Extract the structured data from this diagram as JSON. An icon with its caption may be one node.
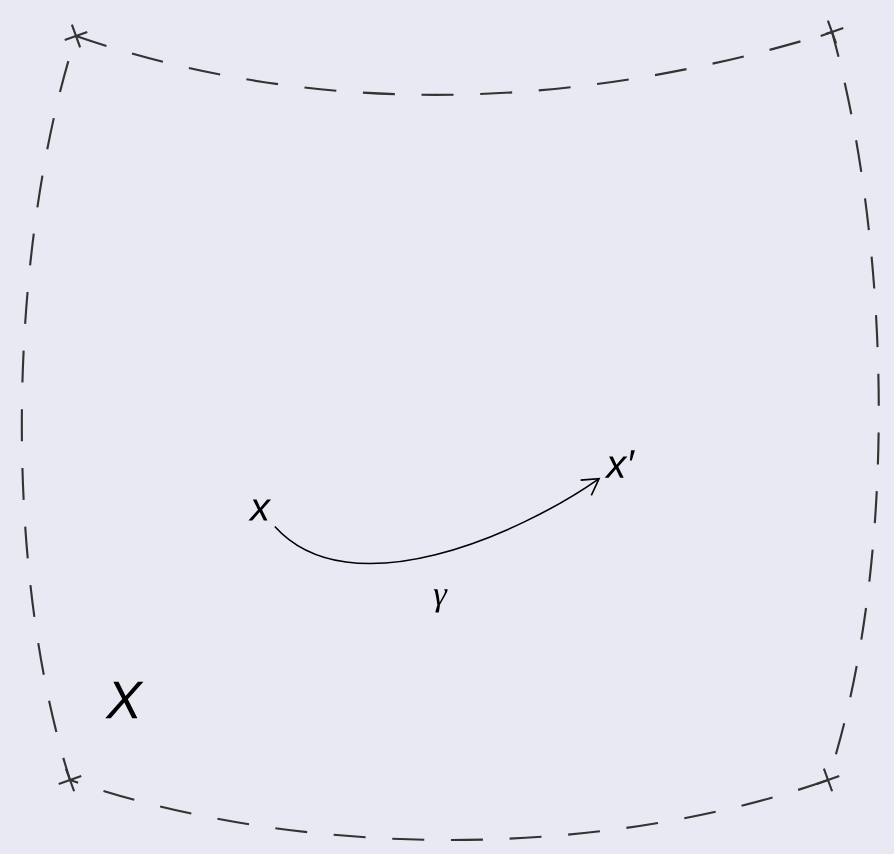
{
  "diagram": {
    "nodes": [
      {
        "text": [
          "X"
        ]
      },
      {
        "text": [
          "x"
        ],
        "in": 0
      },
      {
        "text": [
          "x′"
        ],
        "in": 0
      }
    ],
    "edges": [
      {
        "from": 1,
        "to": 2,
        "arrow": "to",
        "label": "γ"
      }
    ]
  }
}
